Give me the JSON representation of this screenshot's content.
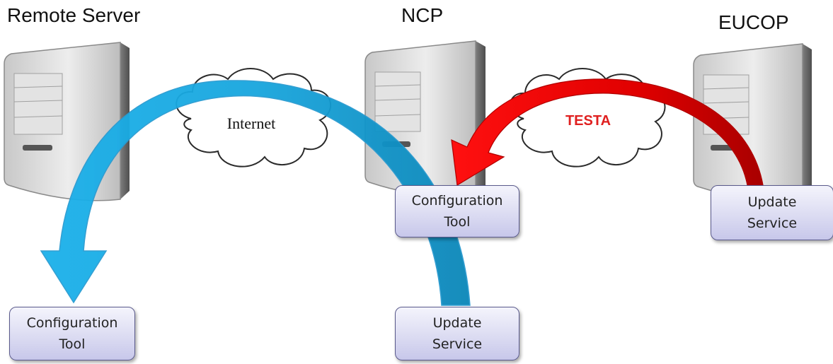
{
  "nodes": {
    "remote": {
      "title": "Remote Server",
      "box": {
        "line1": "Configuration",
        "line2": "Tool"
      }
    },
    "ncp": {
      "title": "NCP",
      "box_top": {
        "line1": "Configuration",
        "line2": "Tool"
      },
      "box_bottom": {
        "line1": "Update",
        "line2": "Service"
      }
    },
    "eucop": {
      "title": "EUCOP",
      "box": {
        "line1": "Update",
        "line2": "Service"
      }
    }
  },
  "clouds": {
    "internet": {
      "label": "Internet",
      "color": "#111111"
    },
    "testa": {
      "label": "TESTA",
      "color": "#e02020"
    }
  },
  "arrows": {
    "internet_arrow_colors": [
      "#1ab0ea",
      "#0a86b8"
    ],
    "testa_arrow_colors": [
      "#ff0000",
      "#c00000"
    ]
  }
}
